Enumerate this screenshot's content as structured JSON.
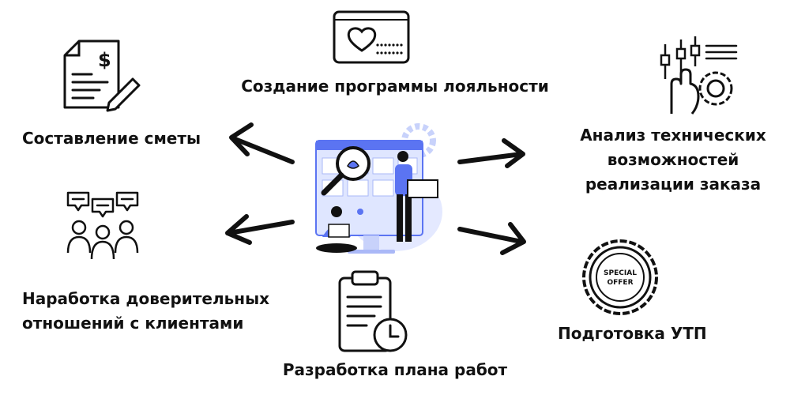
{
  "center_illustration": {
    "icon": "bug-search-team-illustration"
  },
  "nodes": [
    {
      "id": "loyalty",
      "label": "Создание программы лояльности",
      "icon": "loyalty-card-icon"
    },
    {
      "id": "estimate",
      "label": "Составление сметы",
      "icon": "invoice-dollar-icon"
    },
    {
      "id": "analysis",
      "label": "Анализ технических\nвозможностей\nреализации заказа",
      "icon": "tech-settings-icon"
    },
    {
      "id": "trust",
      "label": "Наработка доверительных\nотношений с клиентами",
      "icon": "client-discussion-icon"
    },
    {
      "id": "usp",
      "label": "Подготовка УТП",
      "icon": "special-offer-badge-icon"
    },
    {
      "id": "plan",
      "label": "Разработка плана работ",
      "icon": "clipboard-clock-icon"
    }
  ],
  "badge_text": [
    "SPECIAL",
    "OFFER"
  ],
  "colors": {
    "accent": "#5b74f2",
    "accent_light": "#e4e9ff",
    "ink": "#111111"
  }
}
